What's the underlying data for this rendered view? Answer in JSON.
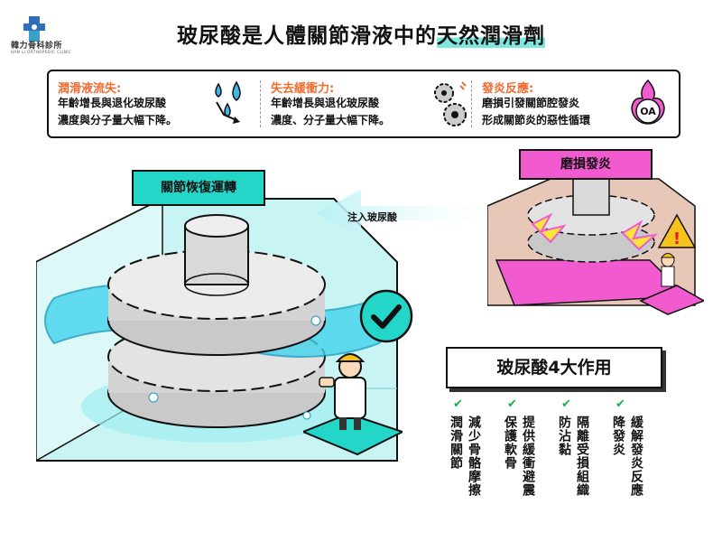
{
  "header": {
    "logo_cn": "韓力骨科診所",
    "logo_en": "HAN LI ORTHOPEDIC CLINIC",
    "title_part1": "玻尿酸是人體關節滑液中的",
    "title_part2": "天然潤滑劑"
  },
  "info_items": [
    {
      "title": "潤滑液流失:",
      "line1": "年齡增長與退化玻尿酸",
      "line2": "濃度與分子量大幅下降。",
      "color": "#f26a2e",
      "icon": "water-drops-icon"
    },
    {
      "title": "失去緩衝力:",
      "line1": "年齡增長與退化玻尿酸",
      "line2": "濃度、分子量大幅下降。",
      "color": "#f26a2e",
      "icon": "broken-gears-icon"
    },
    {
      "title": "發炎反應:",
      "line1": "磨損引發關節腔發炎",
      "line2": "形成關節炎的惡性循環",
      "color": "#f26a2e",
      "icon": "oa-flame-icon"
    }
  ],
  "diagram": {
    "restore_label": "關節恢復運轉",
    "damage_label": "磨損發炎",
    "arrow_label": "注入玻尿酸",
    "oa_text": "OA",
    "warning_text": "!"
  },
  "functions": {
    "title": "玻尿酸4大作用",
    "items": [
      {
        "text": "潤滑關節",
        "text2": "減少骨骼摩擦"
      },
      {
        "text": "保護軟骨",
        "text2": "提供緩衝避震"
      },
      {
        "text": "防沾黏",
        "text2": "隔離受損組織"
      },
      {
        "text": "降發炎",
        "text2": "緩解發炎反應"
      }
    ],
    "check_color": "#16b24a"
  },
  "colors": {
    "teal": "#23d6c8",
    "pink": "#f25ad0",
    "orange": "#f26a2e"
  }
}
